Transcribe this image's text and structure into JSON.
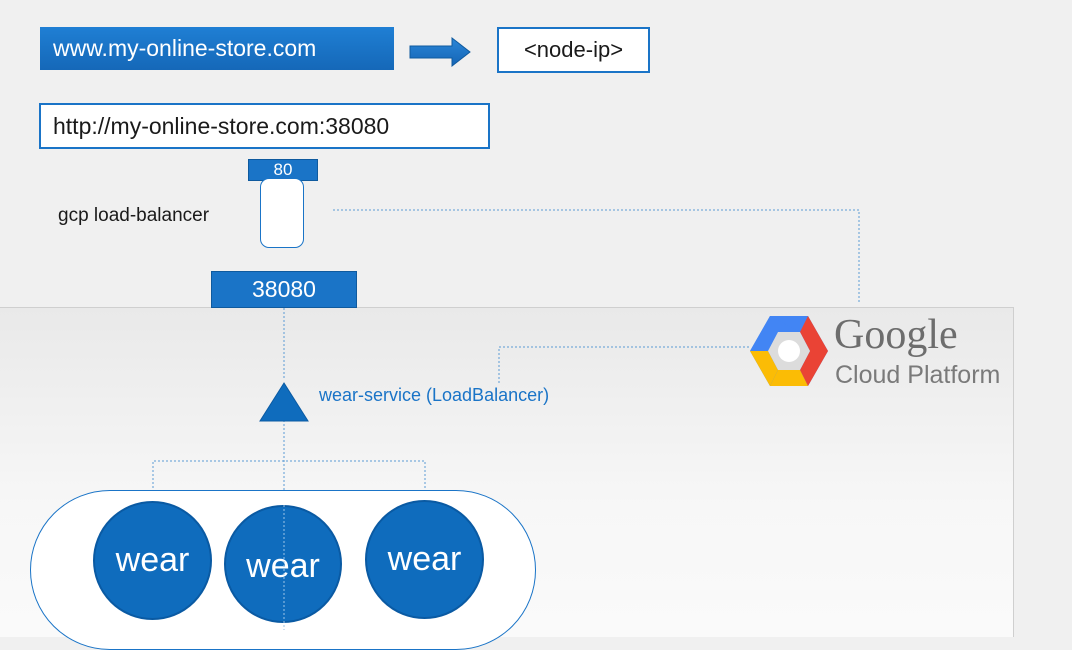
{
  "header": {
    "domain_url": "www.my-online-store.com",
    "node_ip": "<node-ip>",
    "full_url": "http://my-online-store.com:38080"
  },
  "load_balancer": {
    "port": "80",
    "label": "gcp load-balancer"
  },
  "node": {
    "node_port": "38080"
  },
  "service": {
    "label": "wear-service (LoadBalancer)"
  },
  "pods": [
    {
      "label": "wear"
    },
    {
      "label": "wear"
    },
    {
      "label": "wear"
    }
  ],
  "gcp_logo": {
    "brand": "Google",
    "product": "Cloud Platform"
  },
  "colors": {
    "accent": "#1a74c7",
    "pod_fill": "#0f6cbd",
    "background": "#f0f0f0"
  },
  "icons": {
    "arrow": "right-arrow-icon",
    "logo": "gcp-hexagon-icon"
  }
}
